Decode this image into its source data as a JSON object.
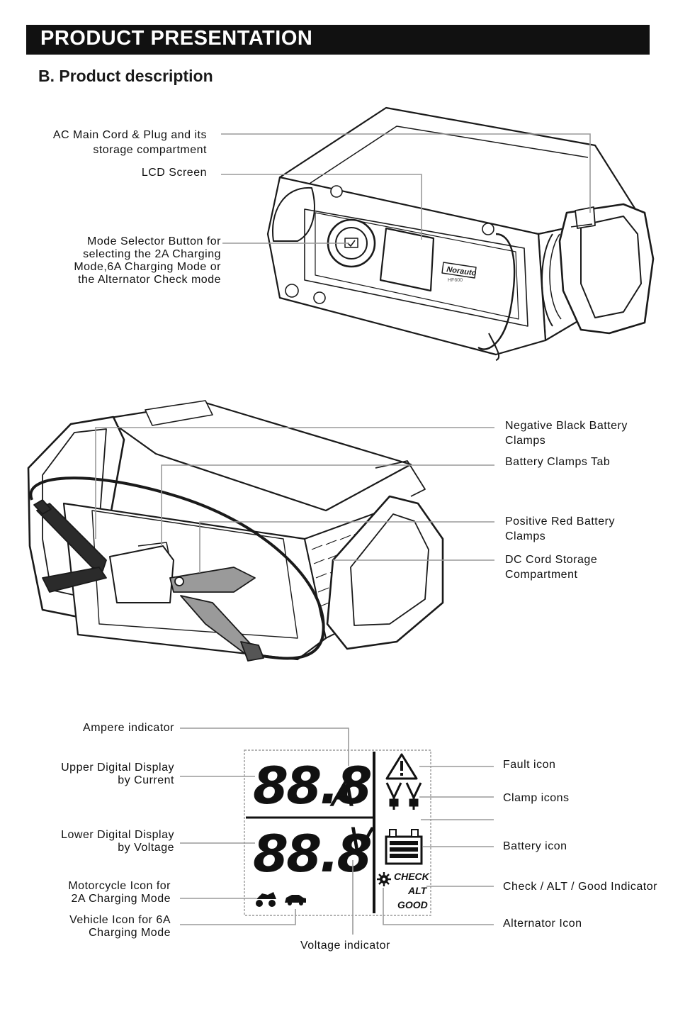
{
  "header": {
    "title": "PRODUCT PRESENTATION"
  },
  "section": {
    "title": "B. Product description"
  },
  "device_logo": {
    "brand": "Norauto",
    "model": "HF600"
  },
  "callouts_top": {
    "ac_cord": [
      "AC Main Cord & Plug and its",
      "storage compartment"
    ],
    "lcd": [
      "LCD Screen"
    ],
    "mode_selector": [
      "Mode Selector Button for",
      "selecting the 2A Charging",
      "Mode,6A Charging Mode or",
      "the Alternator Check mode"
    ]
  },
  "callouts_middle": {
    "negative_clamps": [
      "Negative Black Battery",
      "Clamps"
    ],
    "clamps_tab": [
      "Battery Clamps Tab"
    ],
    "positive_clamps": [
      "Positive Red Battery",
      "Clamps"
    ],
    "dc_cord": [
      "DC Cord Storage",
      "Compartment"
    ]
  },
  "callouts_lcd_left": {
    "ampere": [
      "Ampere indicator"
    ],
    "upper_display": [
      "Upper Digital Display",
      "by Current"
    ],
    "lower_display": [
      "Lower Digital Display",
      "by Voltage"
    ],
    "motorcycle": [
      "Motorcycle Icon for",
      "2A Charging Mode"
    ],
    "vehicle": [
      "Vehicle Icon for 6A",
      "Charging Mode"
    ],
    "voltage_indicator": [
      "Voltage indicator"
    ]
  },
  "callouts_lcd_right": {
    "fault": [
      "Fault icon"
    ],
    "clamp_icons": [
      "Clamp icons"
    ],
    "battery": [
      "Battery icon"
    ],
    "check": [
      "Check / ALT / Good Indicator"
    ],
    "alternator": [
      "Alternator Icon"
    ]
  },
  "lcd_display": {
    "upper_digits": "88.8",
    "upper_unit": "A",
    "lower_digits": "88.8",
    "lower_unit": "V",
    "check_text": "CHECK",
    "alt_text": "ALT",
    "good_text": "GOOD"
  }
}
